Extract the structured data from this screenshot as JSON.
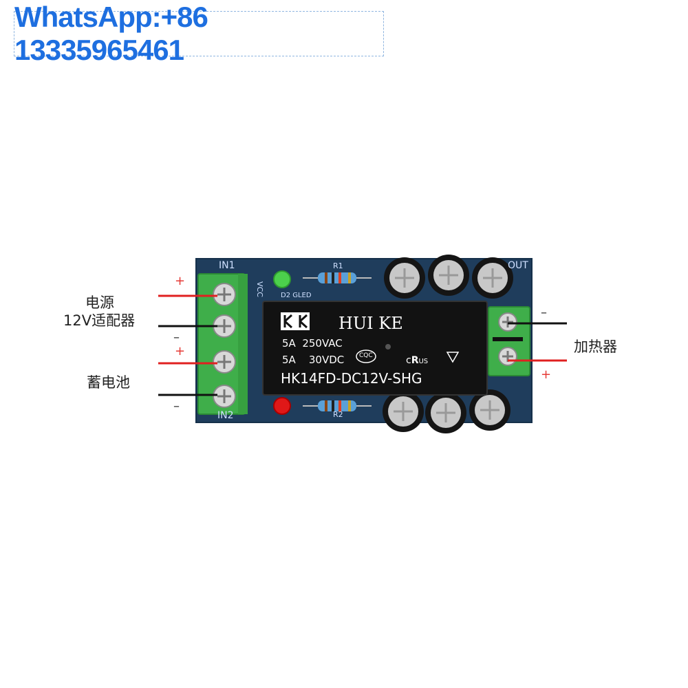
{
  "watermark": {
    "text": "WhatsApp:+86 13335965461"
  },
  "labels": {
    "power_line1": "电源",
    "power_line2": "12V适配器",
    "battery": "蓄电池",
    "heater": "加热器"
  },
  "signs": {
    "plus": "+",
    "minus": "–"
  },
  "board": {
    "in1": "IN1",
    "in2": "IN2",
    "out": "OUT",
    "vcc": "VCC",
    "r1": "R1",
    "r2": "R2",
    "led_label": "D2 GLED"
  },
  "relay": {
    "brand": "HUI KE",
    "rating_ac": "5A  250VAC",
    "rating_dc": "5A    30VDC",
    "model": "HK14FD-DC12V-SHG",
    "cqc": "CQC"
  },
  "colors": {
    "pcb": "#1f3d5c",
    "terminal": "#3fae4a",
    "relay": "#121212",
    "wire_pos": "#e02020",
    "wire_neg": "#111111"
  }
}
